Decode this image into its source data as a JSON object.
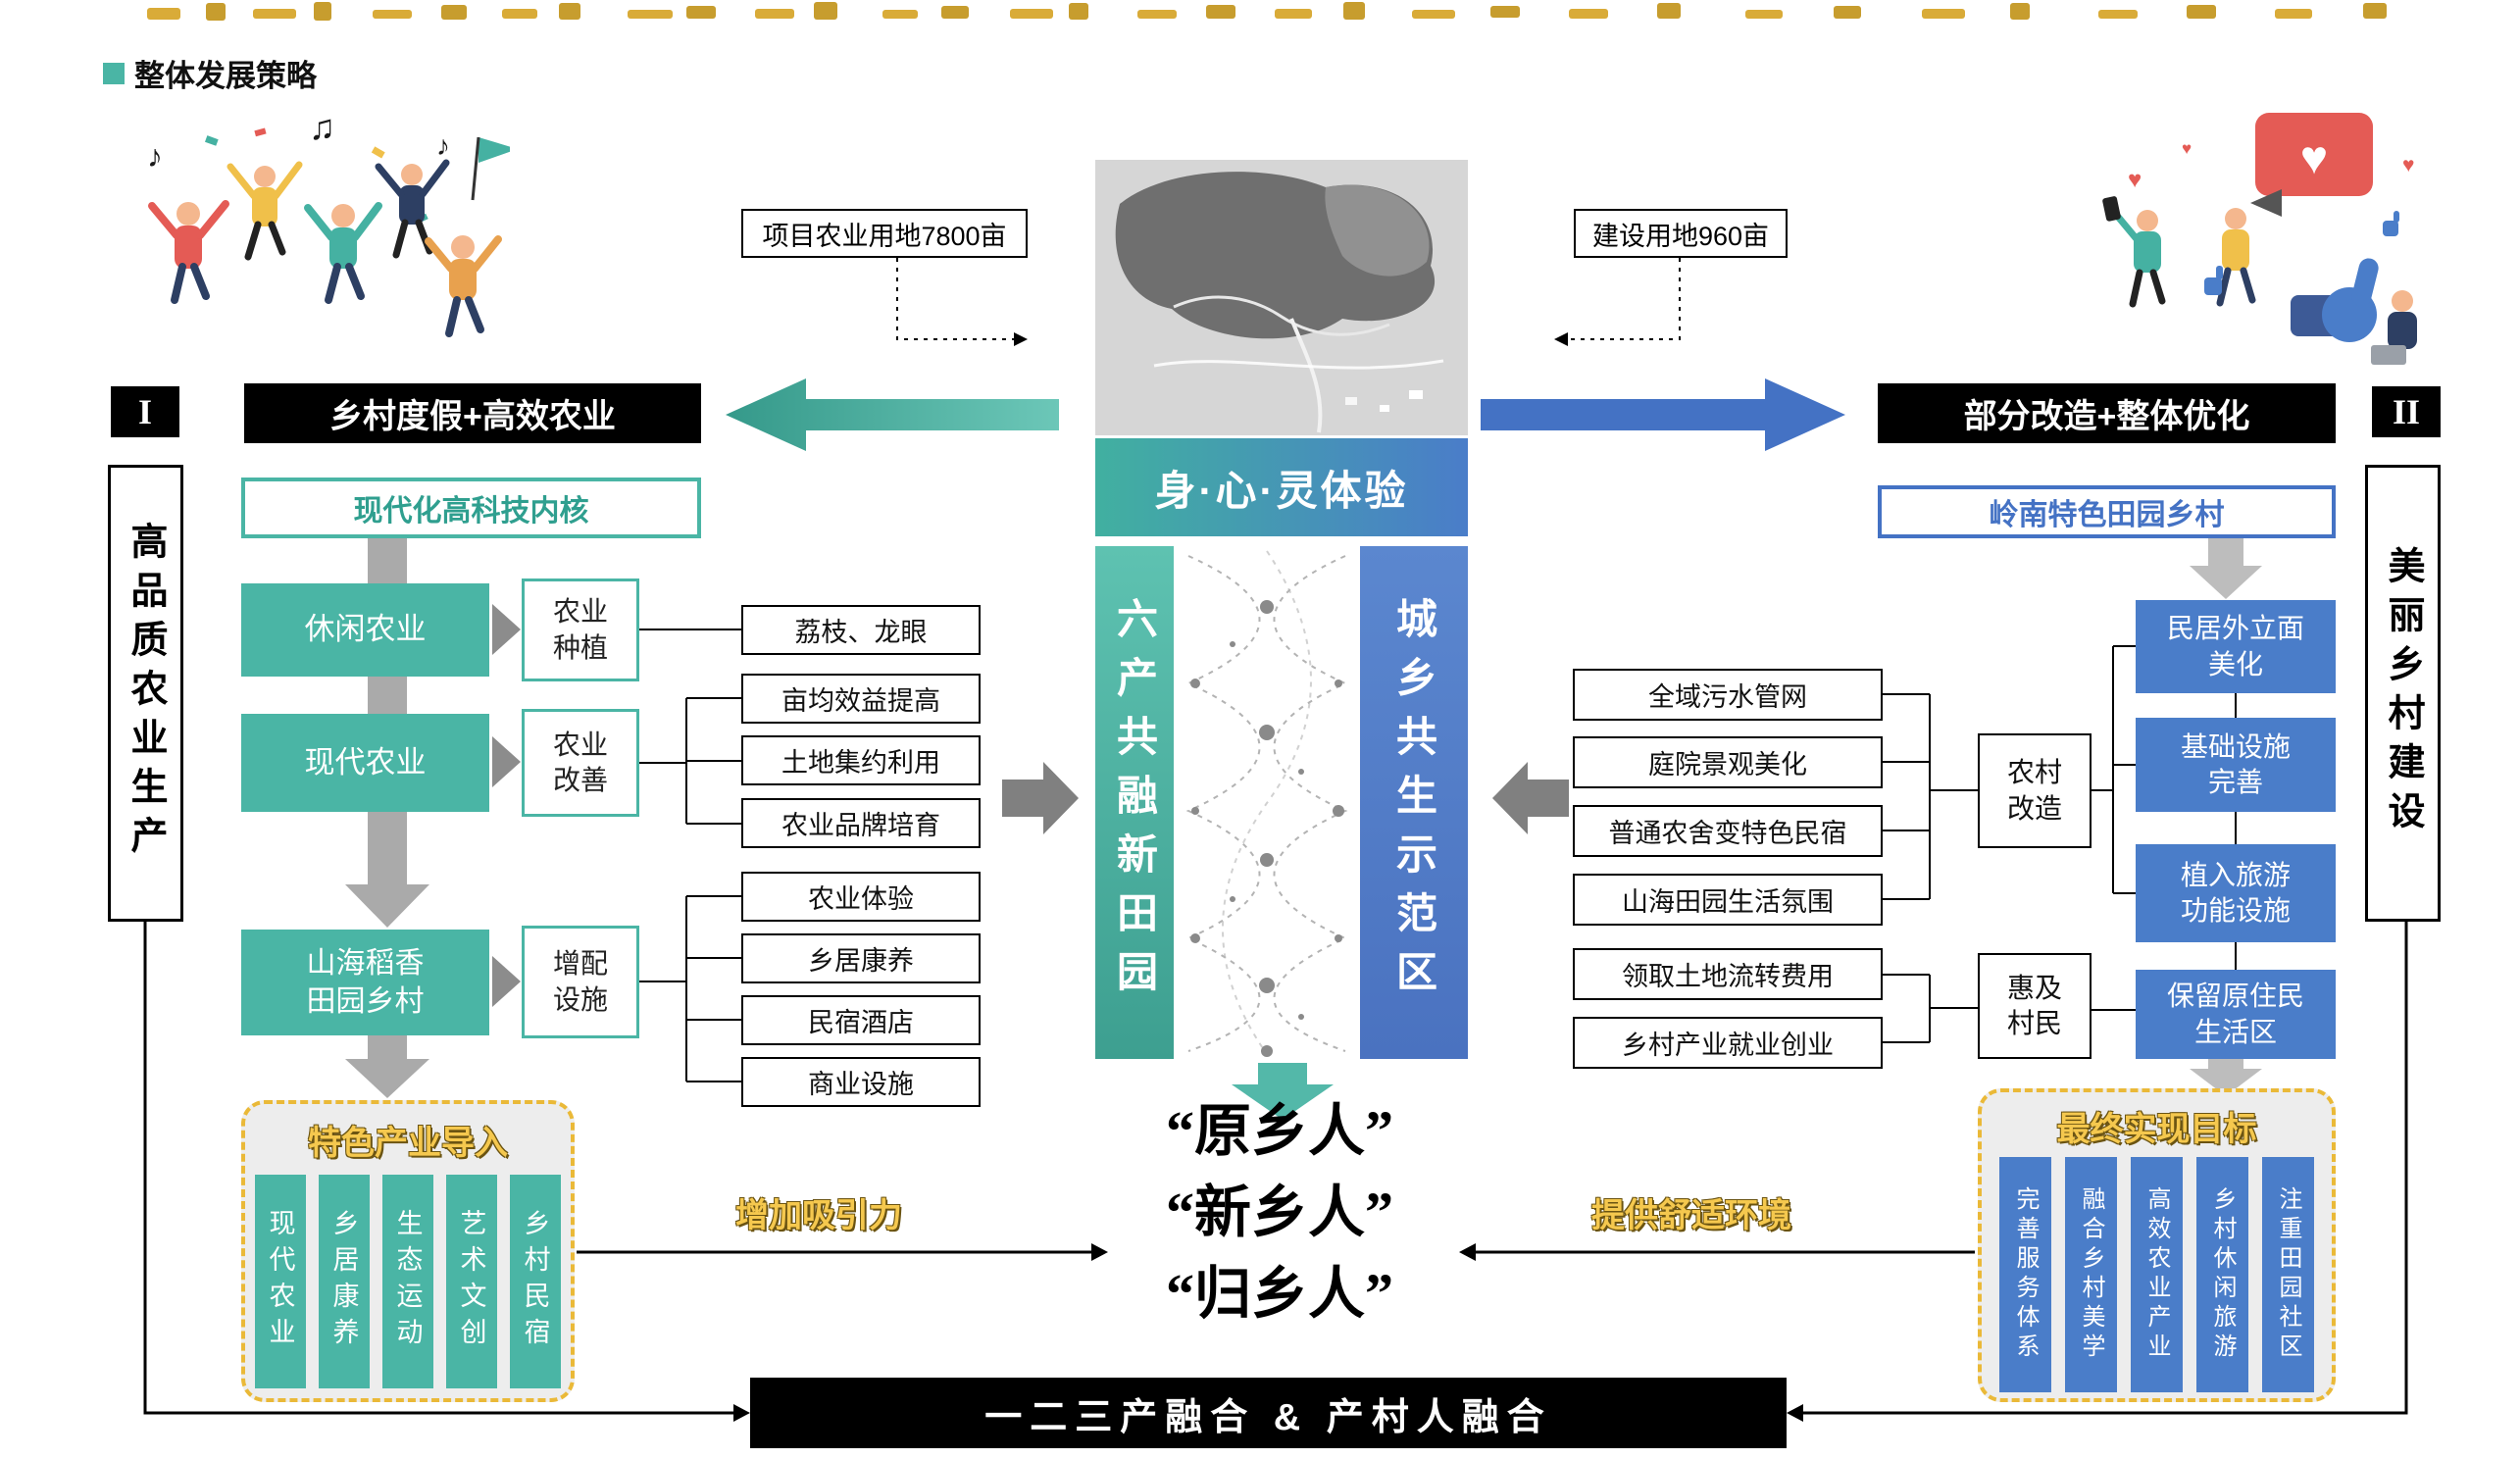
{
  "page": {
    "section_title": "整体发展策略"
  },
  "annotations": {
    "left_land_label": "项目农业用地7800亩",
    "right_land_label": "建设用地960亩",
    "attract_label": "增加吸引力",
    "comfort_label": "提供舒适环境"
  },
  "center": {
    "experience_title": "身·心·灵体验",
    "left_pillar": "六产共融新田园",
    "right_pillar": "城乡共生示范区",
    "people_lines": [
      "“原乡人”",
      "“新乡人”",
      "“归乡人”"
    ]
  },
  "left": {
    "numeral": "I",
    "side_label": "高品质农业生产",
    "header": "乡村度假+高效农业",
    "core": "现代化高科技内核",
    "stages": [
      "休闲农业",
      "现代农业",
      "山海稻香田园乡村"
    ],
    "links": [
      "农业种植",
      "农业改善",
      "增配设施"
    ],
    "details": [
      "荔枝、龙眼",
      "亩均效益提高",
      "土地集约利用",
      "农业品牌培育",
      "农业体验",
      "乡居康养",
      "民宿酒店",
      "商业设施"
    ],
    "industry": {
      "title": "特色产业导入",
      "items": [
        "现代农业",
        "乡居康养",
        "生态运动",
        "艺术文创",
        "乡村民宿"
      ]
    }
  },
  "right": {
    "numeral": "II",
    "side_label": "美丽乡村建设",
    "header": "部分改造+整体优化",
    "core": "岭南特色田园乡村",
    "features": [
      "全域污水管网",
      "庭院景观美化",
      "普通农舍变特色民宿",
      "山海田园生活氛围",
      "领取土地流转费用",
      "乡村产业就业创业"
    ],
    "links": [
      "农村改造",
      "惠及村民"
    ],
    "stages": [
      "民居外立面美化",
      "基础设施完善",
      "植入旅游功能设施",
      "保留原住民生活区"
    ],
    "goal": {
      "title": "最终实现目标",
      "items": [
        "完善服务体系",
        "融合乡村美学",
        "高效农业产业",
        "乡村休闲旅游",
        "注重田园社区"
      ]
    }
  },
  "footer": {
    "bar_label": "一二三产融合 & 产村人融合"
  },
  "colors": {
    "teal": "#4ab5a5",
    "blue": "#4a7dc9",
    "blue_dark": "#4472c4",
    "gold": "#f2c249",
    "gray": "#808080",
    "black": "#000000"
  }
}
